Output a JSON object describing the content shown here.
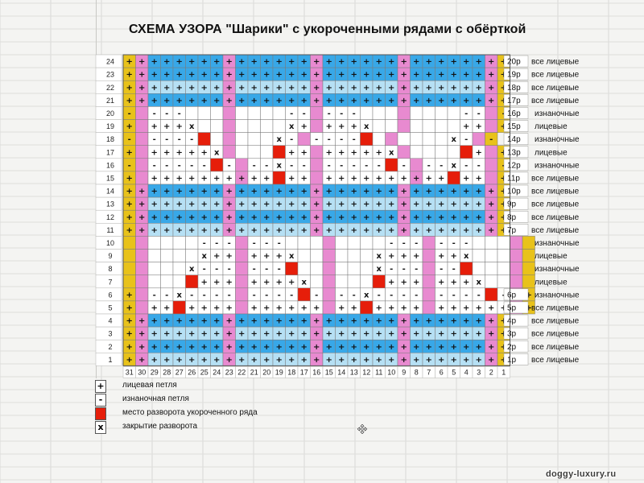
{
  "title": "СХЕМА УЗОРА \"Шарики\" с укороченными рядами  с обёрткой",
  "watermark": "doggy-luxury.ru",
  "colors": {
    "yellow": "#e8c21a",
    "pink": "#e88ad0",
    "blue": "#38a8e8",
    "lightblue": "#b6e0f4",
    "red": "#e61e0a",
    "white": "#ffffff"
  },
  "chart_data": {
    "type": "table",
    "columns": 31,
    "rows": 24,
    "column_labels": [
      "31",
      "30",
      "29",
      "28",
      "27",
      "26",
      "25",
      "24",
      "23",
      "22",
      "21",
      "20",
      "19",
      "18",
      "17",
      "16",
      "15",
      "14",
      "13",
      "12",
      "11",
      "10",
      "9",
      "8",
      "7",
      "6",
      "5",
      "4",
      "3",
      "2",
      "1"
    ],
    "grid": {
      "24": "Y+ P+ B+ B+ B+ B+ B+ B+ P+ B+ B+ B+ B+ B+ B+ P+ B+ B+ B+ B+ B+ B+ P+ B+ B+ B+ B+ B+ B+ P+ Y+",
      "23": "Y+ P+ B+ B+ B+ B+ B+ B+ P+ B+ B+ B+ B+ B+ B+ P+ B+ B+ B+ B+ B+ B+ P+ B+ B+ B+ B+ B+ B+ P+ Y+",
      "22": "Y+ P+ L+ L+ L+ L+ L+ L+ P+ L+ L+ L+ L+ L+ L+ P+ L+ L+ L+ L+ L+ L+ P+ L+ L+ L+ L+ L+ L+ P+ Y+",
      "21": "Y+ P+ B+ B+ B+ B+ B+ B+ P+ B+ B+ B+ B+ B+ B+ P+ B+ B+ B+ B+ B+ B+ P+ B+ B+ B+ B+ B+ B+ P+ Y+",
      "20": "Y- P W- W- W- W W W P W W W W W- W- P W- W- W- W W W P W W W W W- W- P Y-",
      "19": "Y+ P W+ W+ W+ Wx W W P W W W W Wx W+ P W+ W+ W+ Wx W W P W W W W W+ W+ P Y+",
      "18": "Y- P W- W- W- W- R W P W W W Wx W- P W- W- W- W- R W P W W W W Wx W- P Y-",
      "17": "Y+ P W+ W+ W+ W+ W+ Wx P W W W R W+ W+ P W+ W+ W+ W+ W+ Wx P W W W W R W+ P Y+",
      "16": "Y- P W- W- W- W- W- R W- P W- W- Wx W- W- P W- W- W- W- W- R W- P W- W- Wx W- W- P Y-",
      "15": "Y+ P W+ W+ W+ W+ W+ W+ W+ P+ W+ W+ R W+ W+ P W+ W+ W+ W+ W+ W+ W+ P+ W+ W+ R W+ W+ P Y+",
      "14": "Y+ P+ B+ B+ B+ B+ B+ B+ P+ B+ B+ B+ B+ B+ B+ P+ B+ B+ B+ B+ B+ B+ P+ B+ B+ B+ B+ B+ B+ P+ Y+",
      "13": "Y+ P+ L+ L+ L+ L+ L+ L+ P+ L+ L+ L+ L+ L+ L+ P+ L+ L+ L+ L+ L+ L+ P+ L+ L+ L+ L+ L+ L+ P+ Y+",
      "12": "Y+ P+ B+ B+ B+ B+ B+ B+ P+ B+ B+ B+ B+ B+ B+ P+ B+ B+ B+ B+ B+ B+ P+ B+ B+ B+ B+ B+ B+ P+ Y+",
      "11": "Y+ P+ L+ L+ L+ L+ L+ L+ P+ L+ L+ L+ L+ L+ L+ P+ L+ L+ L+ L+ L+ L+ P+ L+ L+ L+ L+ L+ L+ P+ Y+",
      "10": "Y P W W W W W- W- W- P W- W- W- W W W P W W W W W- W- W- P W- W- W- W W W P Y",
      "9": "Y P W W W W Wx W+ W+ P W+ W+ W+ Wx W W P W W W Wx W+ W+ W+ P W+ W+ Wx W W W P Y",
      "8": "Y P W W W Wx W- W- W- P W- W- W- R W W P W W W Wx W- W- W- P W- W- R W W W P Y",
      "7": "Y P W W W R W+ W+ W+ P W+ W+ W+ W+ Wx W P W W W R W+ W+ W+ P W+ W+ W+ Wx W W P Y",
      "6": "Y+ P W- W- Wx W- W- W- W- P W- W- W- W- R W- P W- W- Wx W- W- W- W- P W- W- W- W- R W- P Y+",
      "5": "Y+ P W+ W+ R W+ W+ W+ W+ P W+ W+ W+ W+ W+ W+ P W+ W+ R W+ W+ W+ W+ P W+ W+ W+ W+ W+ W+ P Y+",
      "4": "Y+ P+ B+ B+ B+ B+ B+ B+ P+ B+ B+ B+ B+ B+ B+ P+ B+ B+ B+ B+ B+ B+ P+ B+ B+ B+ B+ B+ B+ P+ Y+",
      "3": "Y+ P+ L+ L+ L+ L+ L+ L+ P+ L+ L+ L+ L+ L+ L+ P+ L+ L+ L+ L+ L+ L+ P+ L+ L+ L+ L+ L+ L+ P+ Y+",
      "2": "Y+ P+ B+ B+ B+ B+ B+ B+ P+ B+ B+ B+ B+ B+ B+ P+ B+ B+ B+ B+ B+ B+ P+ B+ B+ B+ B+ B+ B+ P+ Y+",
      "1": "Y+ P+ L+ L+ L+ L+ L+ L+ P+ L+ L+ L+ L+ L+ L+ P+ L+ L+ L+ L+ L+ L+ P+ L+ L+ L+ L+ L+ L+ P+ Y+"
    },
    "row_notes": [
      {
        "row": "24",
        "rnum": "20р",
        "desc": "все лицевые"
      },
      {
        "row": "23",
        "rnum": "19р",
        "desc": "все лицевые"
      },
      {
        "row": "22",
        "rnum": "18р",
        "desc": "все лицевые"
      },
      {
        "row": "21",
        "rnum": "17р",
        "desc": "все лицевые"
      },
      {
        "row": "20",
        "rnum": "16р",
        "desc": "изнаночные"
      },
      {
        "row": "19",
        "rnum": "15р",
        "desc": "лицевые"
      },
      {
        "row": "18",
        "rnum": "14р",
        "desc": "изнаночные"
      },
      {
        "row": "17",
        "rnum": "13р",
        "desc": "лицевые"
      },
      {
        "row": "16",
        "rnum": "12р",
        "desc": "изнаночные"
      },
      {
        "row": "15",
        "rnum": "11р",
        "desc": "все лицевые"
      },
      {
        "row": "14",
        "rnum": "10р",
        "desc": "все лицевые"
      },
      {
        "row": "13",
        "rnum": "9р",
        "desc": "все лицевые"
      },
      {
        "row": "12",
        "rnum": "8р",
        "desc": "все лицевые"
      },
      {
        "row": "11",
        "rnum": "7р",
        "desc": "все лицевые"
      },
      {
        "row": "10",
        "rnum": "",
        "desc": "изнаночные"
      },
      {
        "row": "9",
        "rnum": "",
        "desc": "лицевые"
      },
      {
        "row": "8",
        "rnum": "",
        "desc": "изнаночные"
      },
      {
        "row": "7",
        "rnum": "",
        "desc": "лицевые"
      },
      {
        "row": "6",
        "rnum": "6р",
        "desc": "изнаночные"
      },
      {
        "row": "5",
        "rnum": "5р",
        "desc": "все лицевые"
      },
      {
        "row": "4",
        "rnum": "4р",
        "desc": "все лицевые"
      },
      {
        "row": "3",
        "rnum": "3р",
        "desc": "все лицевые"
      },
      {
        "row": "2",
        "rnum": "2р",
        "desc": "все лицевые"
      },
      {
        "row": "1",
        "rnum": "1р",
        "desc": "все лицевые"
      }
    ]
  },
  "legend": [
    {
      "symbol": "+",
      "swatch": "white",
      "label": "лицевая петля"
    },
    {
      "symbol": "-",
      "swatch": "white",
      "label": "изнаночная петля"
    },
    {
      "symbol": "",
      "swatch": "red",
      "label": "место разворота укороченного ряда"
    },
    {
      "symbol": "x",
      "swatch": "white",
      "label": "закрытие разворота"
    }
  ]
}
